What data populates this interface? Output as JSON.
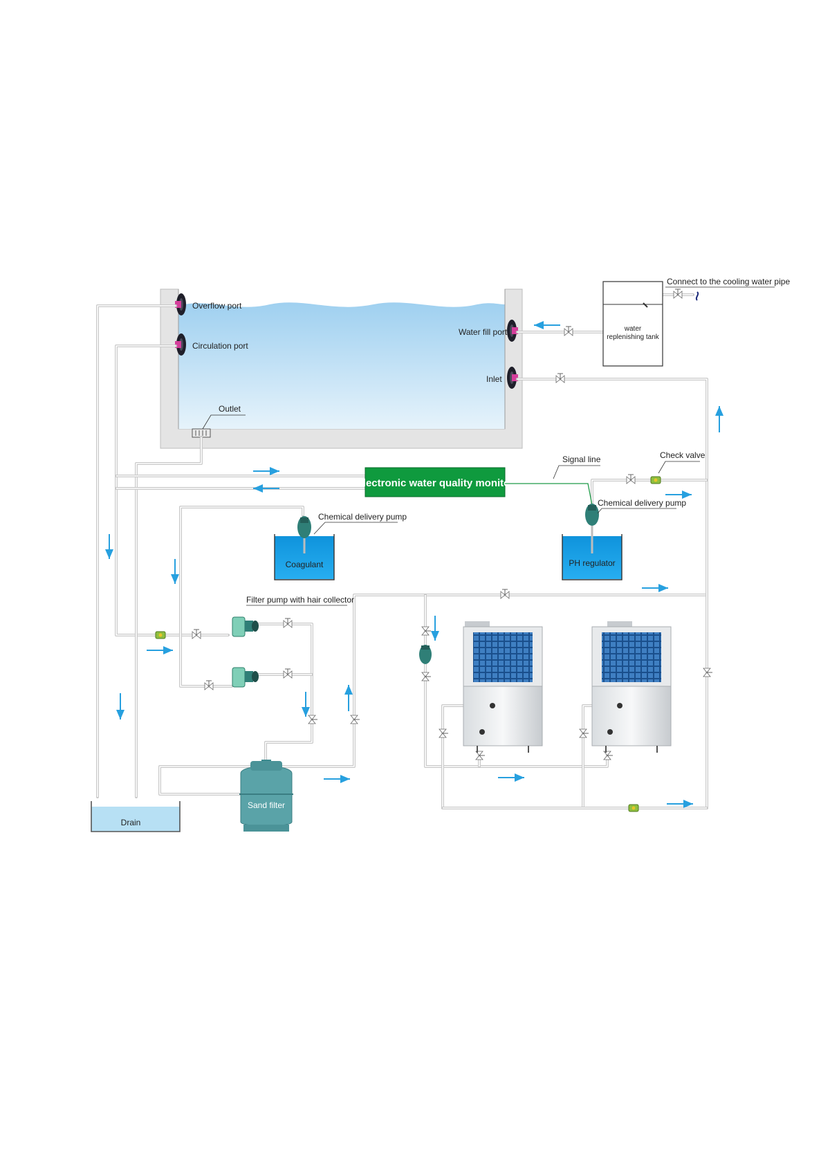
{
  "labels": {
    "overflow_port": "Overflow port",
    "circulation_port": "Circulation port",
    "outlet": "Outlet",
    "water_fill_port": "Water fill port",
    "inlet": "Inlet",
    "connect_cooling": "Connect to the cooling water pipe",
    "replenish_line1": "water",
    "replenish_line2": "replenishing tank",
    "monitor": "Electronic water quality monitor",
    "signal_line": "Signal line",
    "check_valve": "Check valve",
    "chem_pump_left": "Chemical delivery pump",
    "chem_pump_right": "Chemical delivery pump",
    "coagulant": "Coagulant",
    "ph_regulator": "PH regulator",
    "filter_pump": "Filter pump with hair collector",
    "sand_filter": "Sand filter",
    "drain": "Drain"
  },
  "colors": {
    "water_top": "#cfe6f6",
    "water_bottom": "#8ec8ee",
    "pool_wall": "#e4e4e4",
    "pipe": "#c9c9c9",
    "flow_arrow": "#27a0df",
    "monitor_green": "#0f9a3e",
    "tank_water": "#1aa0e6",
    "pump_teal": "#2f7f77",
    "sand_filter": "#5aa3a8",
    "valve_pink": "#d43e9b"
  }
}
